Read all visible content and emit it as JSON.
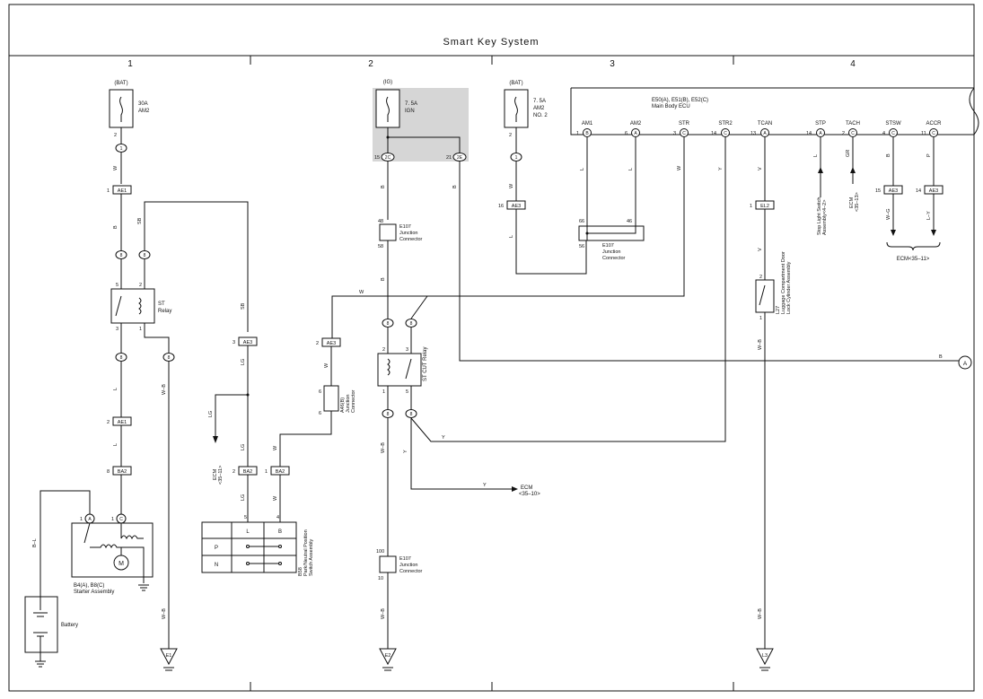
{
  "title": "Smart Key System",
  "columns": [
    "1",
    "2",
    "3",
    "4"
  ],
  "sources": {
    "bat1": "(BAT)",
    "ig": "(IG)",
    "bat2": "(BAT)"
  },
  "fuses": {
    "am2_rating": "30A",
    "am2_name": "AM2",
    "ign_rating": "7. 5A",
    "ign_name": "IGN",
    "am2no2_rating": "7. 5A",
    "am2no2_name": "AM2",
    "am2no2_sub": "NO. 2"
  },
  "ecu": {
    "line1": "E50(A), E51(B), E52(C)",
    "line2": "Main Body ECU",
    "pins": [
      {
        "name": "AM1",
        "num": "1",
        "conn": "B"
      },
      {
        "name": "AM2",
        "num": "6",
        "conn": "A"
      },
      {
        "name": "STR",
        "num": "3",
        "conn": "C"
      },
      {
        "name": "STR2",
        "num": "14",
        "conn": "C"
      },
      {
        "name": "TCAN",
        "num": "13",
        "conn": "A"
      },
      {
        "name": "STP",
        "num": "14",
        "conn": "A"
      },
      {
        "name": "TACH",
        "num": "2",
        "conn": "C"
      },
      {
        "name": "STSW",
        "num": "4",
        "conn": "C"
      },
      {
        "name": "ACCR",
        "num": "11",
        "conn": "C"
      }
    ]
  },
  "connectors": {
    "ae1": "AE1",
    "ba2": "BA2",
    "ae3": "AE3",
    "el2": "EL2",
    "ig_j1": "2C",
    "ig_j2": "2E"
  },
  "wires": {
    "W": "W",
    "B": "B",
    "SB": "SB",
    "L": "L",
    "WB": "W–B",
    "LG": "LG",
    "Y": "Y",
    "V": "V",
    "BL": "B–L",
    "GR": "GR",
    "P": "P",
    "WG": "W–G",
    "LY": "L–Y"
  },
  "relays": {
    "st": "ST",
    "st_sub": "Relay",
    "stcut": "ST CUT Relay"
  },
  "components": {
    "starter1": "B4(A), B8(C)",
    "starter2": "Starter Assembly",
    "battery": "Battery",
    "pn_id": "B58",
    "pn_name1": "Park/Neutral Position",
    "pn_name2": "Switch Assembly",
    "pn_L": "L",
    "pn_B": "B",
    "pn_P": "P",
    "pn_N": "N",
    "e107": "E107",
    "junction": "Junction",
    "connector": "Connector",
    "a46": "A46(B)",
    "l27_1": "L27",
    "l27_2": "Luggage Compartment Door",
    "l27_3": "Lock Cylinder Assembly",
    "stop_1": "Stop Light Switch",
    "stop_2": "Assembly<4–2>",
    "ecm": "ECM",
    "ecm_3511": "<35–11>",
    "ecm_3513": "<35–13>",
    "ecm_3510": "<35–10>",
    "ecm_full": "ECM<35–11>",
    "motor": "M",
    "marker": "A"
  },
  "grounds": {
    "e1": "E1",
    "e2": "E2",
    "l3": "L3"
  },
  "pins": {
    "p1": "1",
    "p2": "2",
    "p3": "3",
    "p4": "4",
    "p5": "5",
    "p6": "6",
    "p8": "8",
    "p10": "10",
    "p14": "14",
    "p15": "15",
    "p16": "16",
    "p21": "21",
    "p46": "46",
    "p48": "48",
    "p56": "56",
    "p58": "58",
    "p66": "66",
    "p100": "100",
    "c1": "A",
    "c2": "C"
  }
}
